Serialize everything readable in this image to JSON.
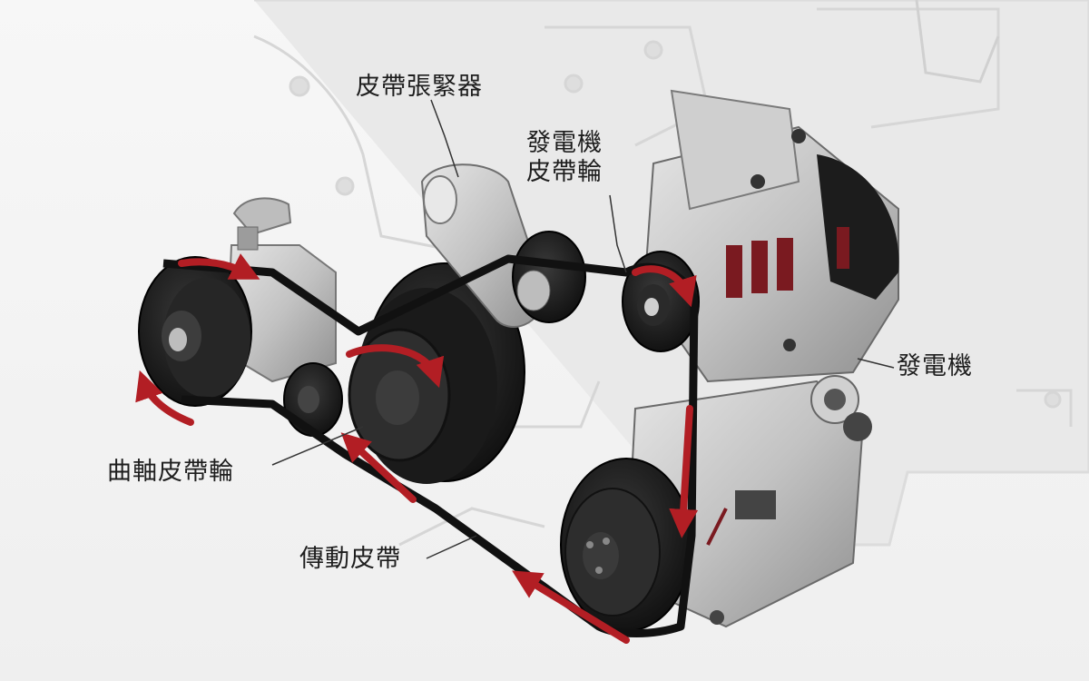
{
  "labels": {
    "belt_tensioner": "皮帶張緊器",
    "alternator_pulley_line1": "發電機",
    "alternator_pulley_line2": "皮帶輪",
    "alternator": "發電機",
    "crankshaft_pulley": "曲軸皮帶輪",
    "drive_belt": "傳動皮帶"
  },
  "colors": {
    "background": "#f2f2f2",
    "engine_block": "#e4e4e4",
    "pulley": "#222222",
    "belt": "#111111",
    "metal": "#c9c9c9",
    "arrow": "#b21e24",
    "leader_line": "#333333"
  }
}
